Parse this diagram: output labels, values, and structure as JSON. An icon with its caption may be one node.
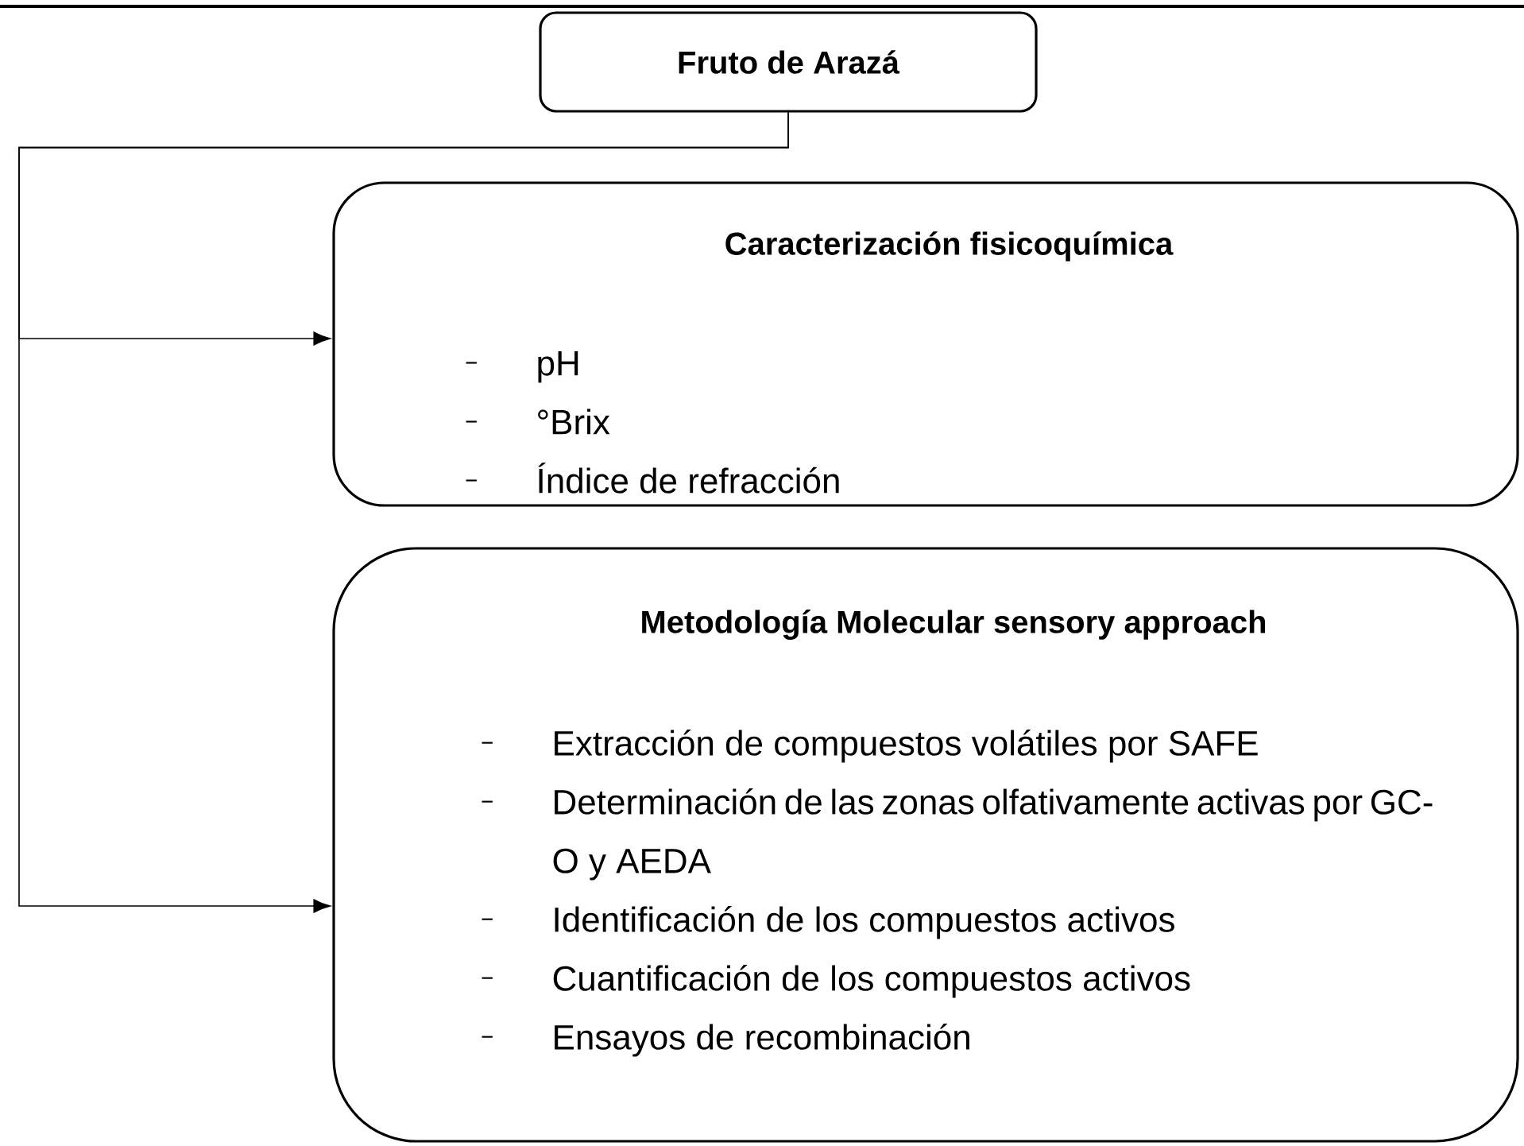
{
  "diagram": {
    "nodes": [
      {
        "text": [
          "Fruto de Arazá"
        ]
      },
      {
        "text": [
          "Caracterización fisicoquímica",
          "pH",
          "°Brix",
          "Índice de refracción"
        ]
      },
      {
        "text": [
          "Metodología Molecular sensory approach",
          "Extracción de compuestos volátiles por SAFE",
          "Determinación de las zonas olfativamente activas por GC-O y AEDA",
          "Identificación de los compuestos activos",
          "Cuantificación de los compuestos activos",
          "Ensayos de recombinación"
        ]
      }
    ],
    "edges": [
      {
        "from": 0,
        "to": 1,
        "arrow": "to"
      },
      {
        "from": 0,
        "to": 2,
        "arrow": "to"
      }
    ]
  }
}
